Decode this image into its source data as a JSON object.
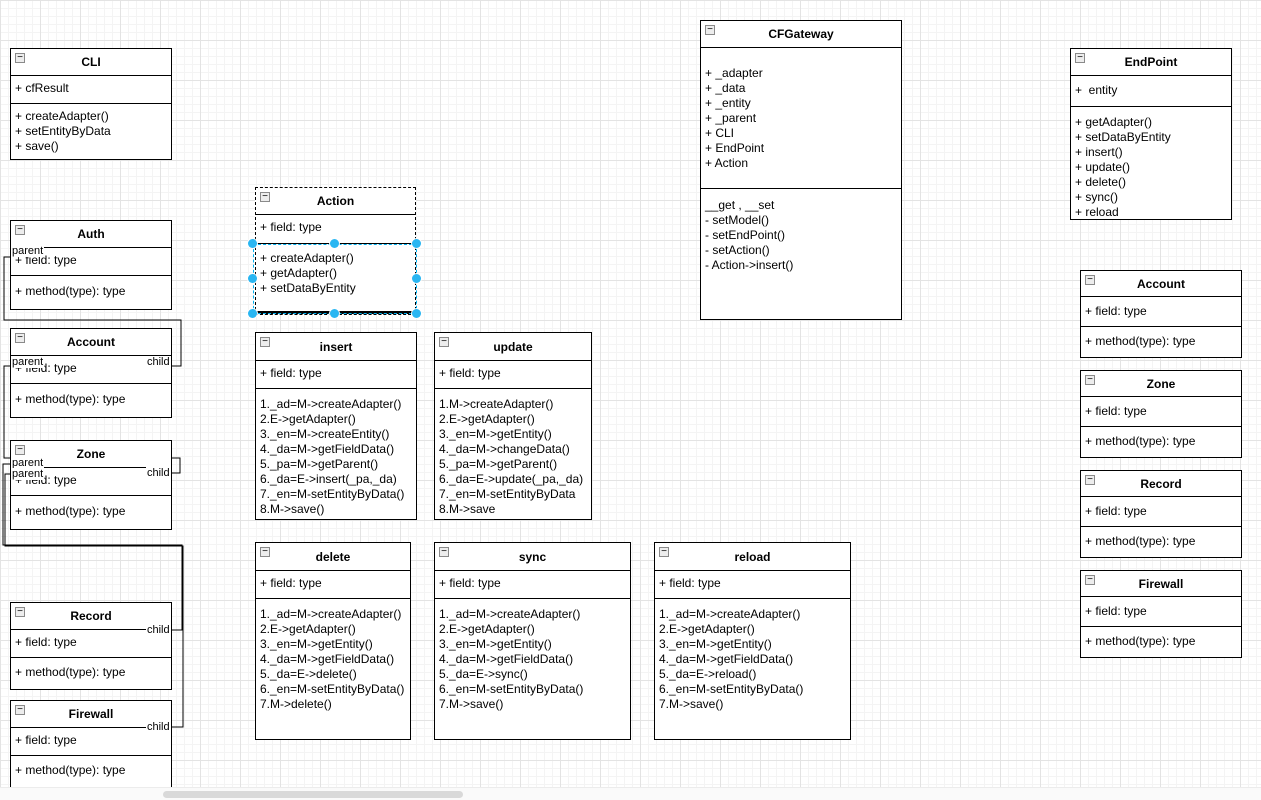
{
  "labels": {
    "parent": "parent",
    "child": "child"
  },
  "icons": {
    "collapse": "−"
  },
  "colors": {
    "shape_fill": "#ffffff",
    "shape_stroke": "#000000",
    "grid_minor": "#f4f4f4",
    "grid_major": "#e3e3e3",
    "selection_handle": "#29b6f2",
    "selection_dash": "#00b0f0",
    "scrollbar_thumb": "#d9d9d9"
  },
  "classes": {
    "cli": {
      "title": "CLI",
      "fields": [
        "+ cfResult"
      ],
      "methods": [
        "+ createAdapter()",
        "+ setEntityByData",
        "+ save()"
      ]
    },
    "auth": {
      "title": "Auth",
      "fields": [
        "+ field: type"
      ],
      "methods": [
        "+ method(type): type"
      ]
    },
    "account_left": {
      "title": "Account",
      "fields": [
        "+ field: type"
      ],
      "methods": [
        "+ method(type): type"
      ]
    },
    "zone_left": {
      "title": "Zone",
      "fields": [
        "+ field: type"
      ],
      "methods": [
        "+ method(type): type"
      ]
    },
    "record_left": {
      "title": "Record",
      "fields": [
        "+ field: type"
      ],
      "methods": [
        "+ method(type): type"
      ]
    },
    "firewall_left": {
      "title": "Firewall",
      "fields": [
        "+ field: type"
      ],
      "methods": [
        "+ method(type): type"
      ]
    },
    "action": {
      "title": "Action",
      "fields": [
        "+ field: type"
      ],
      "methods": [
        "+ createAdapter()",
        "+ getAdapter()",
        "+ setDataByEntity"
      ]
    },
    "insert": {
      "title": "insert",
      "fields": [
        "+ field: type"
      ],
      "methods": [
        "1._ad=M->createAdapter()",
        "2.E->getAdapter()",
        "3._en=M->createEntity()",
        "4._da=M->getFieldData()",
        "5._pa=M->getParent()",
        "6._da=E->insert(_pa,_da)",
        "7._en=M-setEntityByData()",
        "8.M->save()"
      ]
    },
    "update": {
      "title": "update",
      "fields": [
        "+ field: type"
      ],
      "methods": [
        "1.M->createAdapter()",
        "2.E->getAdapter()",
        "3._en=M->getEntity()",
        "4._da=M->changeData()",
        "5._pa=M->getParent()",
        "6._da=E->update(_pa,_da)",
        "7._en=M-setEntityByData",
        "8.M->save"
      ]
    },
    "delete": {
      "title": "delete",
      "fields": [
        "+ field: type"
      ],
      "methods": [
        "1._ad=M->createAdapter()",
        "2.E->getAdapter()",
        "3._en=M->getEntity()",
        "4._da=M->getFieldData()",
        "5._da=E->delete()",
        "6._en=M-setEntityByData()",
        "7.M->delete()"
      ]
    },
    "sync": {
      "title": "sync",
      "fields": [
        "+ field: type"
      ],
      "methods": [
        "1._ad=M->createAdapter()",
        "2.E->getAdapter()",
        "3._en=M->getEntity()",
        "4._da=M->getFieldData()",
        "5._da=E->sync()",
        "6._en=M-setEntityByData()",
        "7.M->save()"
      ]
    },
    "reload": {
      "title": "reload",
      "fields": [
        "+ field: type"
      ],
      "methods": [
        "1._ad=M->createAdapter()",
        "2.E->getAdapter()",
        "3._en=M->getEntity()",
        "4._da=M->getFieldData()",
        "5._da=E->reload()",
        "6._en=M-setEntityByData()",
        "7.M->save()"
      ]
    },
    "cfgateway": {
      "title": "CFGateway",
      "fields": [
        "+ _adapter",
        "+ _data",
        "+ _entity",
        "+ _parent",
        "+ CLI",
        "+ EndPoint",
        "+ Action"
      ],
      "methods": [
        "__get , __set",
        "- setModel()",
        "- setEndPoint()",
        "- setAction()",
        "- Action->insert()"
      ]
    },
    "endpoint": {
      "title": "EndPoint",
      "fields": [
        "+  entity"
      ],
      "methods": [
        "+ getAdapter()",
        "+ setDataByEntity",
        "+ insert()",
        "+ update()",
        "+ delete()",
        "+ sync()",
        "+ reload"
      ]
    },
    "account_right": {
      "title": "Account",
      "fields": [
        "+ field: type"
      ],
      "methods": [
        "+ method(type): type"
      ]
    },
    "zone_right": {
      "title": "Zone",
      "fields": [
        "+ field: type"
      ],
      "methods": [
        "+ method(type): type"
      ]
    },
    "record_right": {
      "title": "Record",
      "fields": [
        "+ field: type"
      ],
      "methods": [
        "+ method(type): type"
      ]
    },
    "firewall_right": {
      "title": "Firewall",
      "fields": [
        "+ field: type"
      ],
      "methods": [
        "+ method(type): type"
      ]
    }
  }
}
